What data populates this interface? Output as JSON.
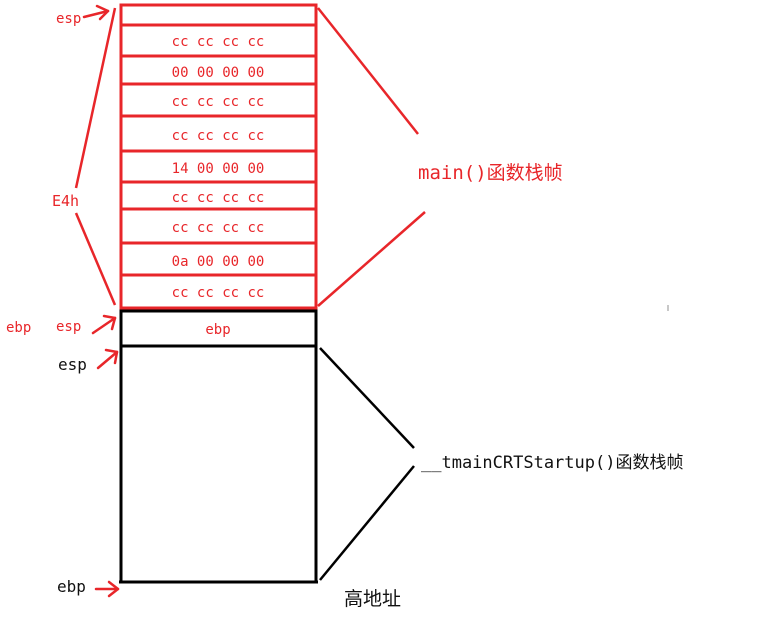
{
  "colors": {
    "red": "#e8262a",
    "black": "#000000"
  },
  "labels": {
    "esp_top": "esp",
    "e4h": "E4h",
    "ebp_left": "ebp",
    "esp_mid": "esp",
    "esp_below": "esp",
    "ebp_bottom": "ebp",
    "ebp_cell": "ebp",
    "main_frame": "main()函数栈帧",
    "startup_frame": "__tmainCRTStartup()函数栈帧",
    "high_address": "高地址"
  },
  "stack_cells": [
    "",
    "cc cc cc cc",
    "00 00 00 00",
    "cc cc cc cc",
    "cc cc cc cc",
    "14 00 00 00",
    "cc cc cc cc",
    "cc cc cc cc",
    "0a 00 00 00",
    "cc cc cc cc"
  ]
}
